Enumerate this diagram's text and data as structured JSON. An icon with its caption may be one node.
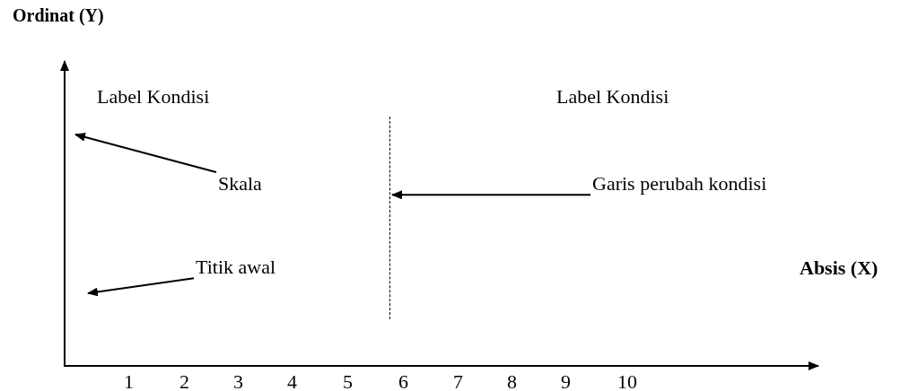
{
  "diagram": {
    "nodes": [
      {
        "text": [
          "Skala"
        ]
      },
      {
        "text": [],
        "shape": "line"
      },
      {
        "text": [
          "Garis perubah kondisi"
        ]
      },
      {
        "text": [
          "Titik awal"
        ]
      }
    ],
    "edges": [
      {
        "from": 0,
        "to": null,
        "arrow": "to"
      },
      {
        "from": 2,
        "to": 1,
        "arrow": "to"
      },
      {
        "from": 3,
        "to": null,
        "arrow": "to"
      }
    ],
    "labels": [
      "Ordinat (Y)",
      "Label Kondisi",
      "Label Kondisi",
      "Absis (X)",
      "1",
      "2",
      "3",
      "4",
      "5",
      "6",
      "7",
      "8",
      "9",
      "10"
    ]
  }
}
